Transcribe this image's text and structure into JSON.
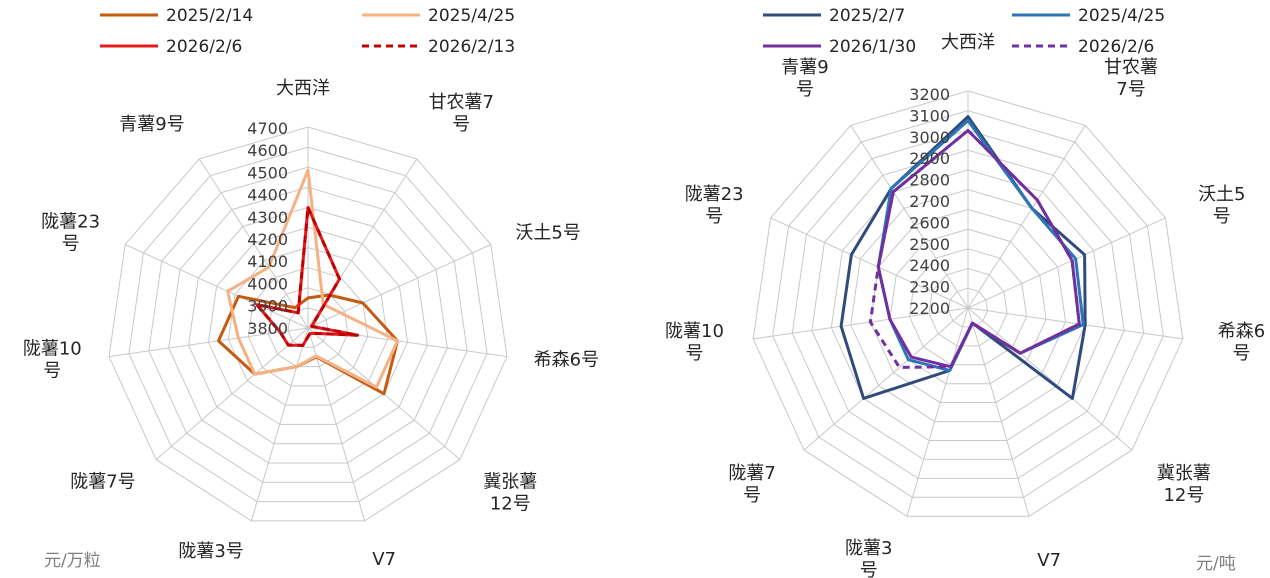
{
  "units": {
    "left": "元/万粒",
    "right": "元/吨"
  },
  "chart_data": [
    {
      "type": "radar",
      "title": "",
      "unit": "元/万粒",
      "categories": [
        "大西洋",
        "甘农薯7号",
        "沃土5号",
        "希森6号",
        "冀张薯12号",
        "V7",
        "陇薯3号",
        "陇薯7号",
        "陇薯10号",
        "陇薯23号",
        "青薯9号"
      ],
      "category_lines": [
        [
          "大西洋"
        ],
        [
          "甘农薯7",
          "号"
        ],
        [
          "沃土5号"
        ],
        [
          "希森6号"
        ],
        [
          "冀张薯",
          "12号"
        ],
        [
          "V7"
        ],
        [
          "陇薯3号"
        ],
        [
          "陇薯7号"
        ],
        [
          "陇薯10",
          "号"
        ],
        [
          "陇薯23",
          "号"
        ],
        [
          "青薯9号"
        ]
      ],
      "rlim": [
        3700,
        4700
      ],
      "ticks": [
        3800,
        3900,
        4000,
        4100,
        4200,
        4300,
        4400,
        4500,
        4600,
        4700
      ],
      "legend": "top",
      "series": [
        {
          "name": "2025/2/14",
          "color": "#c55a11",
          "dash": false,
          "values": [
            3850,
            3895,
            4000,
            4150,
            4200,
            3850,
            3900,
            4050,
            4150,
            4080,
            3820
          ]
        },
        {
          "name": "2025/4/25",
          "color": "#f4b183",
          "dash": false,
          "values": [
            4485,
            3840,
            3880,
            4150,
            4150,
            3845,
            3900,
            4050,
            4050,
            4140,
            4060
          ]
        },
        {
          "name": "2026/2/6",
          "color": "#e41a1c",
          "dash": false,
          "values": [
            4300,
            3990,
            3720,
            3950,
            3740,
            3730,
            3790,
            3830,
            3840,
            3980,
            3790
          ]
        },
        {
          "name": "2026/2/13",
          "color": "#c00000",
          "dash": true,
          "values": [
            4300,
            3990,
            3720,
            3950,
            3740,
            3730,
            3790,
            3830,
            3840,
            3980,
            3790
          ]
        }
      ]
    },
    {
      "type": "radar",
      "title": "",
      "unit": "元/吨",
      "categories": [
        "大西洋",
        "甘农薯7号",
        "沃土5号",
        "希森6号",
        "冀张薯12号",
        "V7",
        "陇薯3号",
        "陇薯7号",
        "陇薯10号",
        "陇薯23号",
        "青薯9号"
      ],
      "category_lines": [
        [
          "大西洋"
        ],
        [
          "甘农薯",
          "7号"
        ],
        [
          "沃土5",
          "号"
        ],
        [
          "希森6",
          "号"
        ],
        [
          "冀张薯",
          "12号"
        ],
        [
          "V7"
        ],
        [
          "陇薯3",
          "号"
        ],
        [
          "陇薯7",
          "号"
        ],
        [
          "陇薯10",
          "号"
        ],
        [
          "陇薯23",
          "号"
        ],
        [
          "青薯9",
          "号"
        ]
      ],
      "rlim": [
        2100,
        3200
      ],
      "ticks": [
        2200,
        2300,
        2400,
        2500,
        2600,
        2700,
        2800,
        2900,
        3000,
        3100,
        3200
      ],
      "legend": "top",
      "series": [
        {
          "name": "2025/2/7",
          "color": "#2f4b7c",
          "dash": false,
          "values": [
            3070,
            2700,
            2750,
            2700,
            2800,
            2180,
            2430,
            2800,
            2750,
            2750,
            2820
          ]
        },
        {
          "name": "2025/4/25",
          "color": "#2e75b6",
          "dash": false,
          "values": [
            3050,
            2700,
            2700,
            2690,
            2450,
            2180,
            2430,
            2500,
            2500,
            2600,
            2820
          ]
        },
        {
          "name": "2026/1/30",
          "color": "#7030a0",
          "dash": false,
          "values": [
            3000,
            2750,
            2680,
            2670,
            2450,
            2180,
            2410,
            2480,
            2500,
            2600,
            2800
          ]
        },
        {
          "name": "2026/2/6",
          "color": "#7030a0",
          "dash": true,
          "values": [
            3000,
            2750,
            2680,
            2670,
            2450,
            2180,
            2410,
            2560,
            2600,
            2600,
            2800
          ]
        }
      ]
    }
  ]
}
